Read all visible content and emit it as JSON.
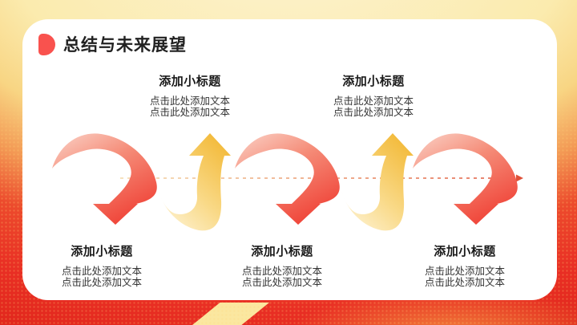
{
  "slide": {
    "title": "总结与未来展望"
  },
  "callouts": {
    "top": [
      {
        "title": "添加小标题",
        "line1": "点击此处添加文本",
        "line2": "点击此处添加文本"
      },
      {
        "title": "添加小标题",
        "line1": "点击此处添加文本",
        "line2": "点击此处添加文本"
      }
    ],
    "bottom": [
      {
        "title": "添加小标题",
        "line1": "点击此处添加文本",
        "line2": "点击此处添加文本"
      },
      {
        "title": "添加小标题",
        "line1": "点击此处添加文本",
        "line2": "点击此处添加文本"
      },
      {
        "title": "添加小标题",
        "line1": "点击此处添加文本",
        "line2": "点击此处添加文本"
      }
    ]
  },
  "diagram": {
    "type": "alternating-arrow-timeline",
    "down_arrow_count": 3,
    "up_arrow_count": 2,
    "colors": {
      "down_arrow_dark": "#F0473B",
      "down_arrow_light": "#FBD4C9",
      "up_arrow_dark": "#F3BC3F",
      "up_arrow_light": "#FEF6DE",
      "axis_dash_start": "#F3D9A9",
      "axis_dash_end": "#DF5038"
    }
  },
  "theme": {
    "accent_red": "#F9524E",
    "frame_top": "#FCF3D2",
    "frame_bottom": "#E92F24",
    "stripe_yellow": "#FBE7A0",
    "card_bg": "#FFFFFF"
  }
}
